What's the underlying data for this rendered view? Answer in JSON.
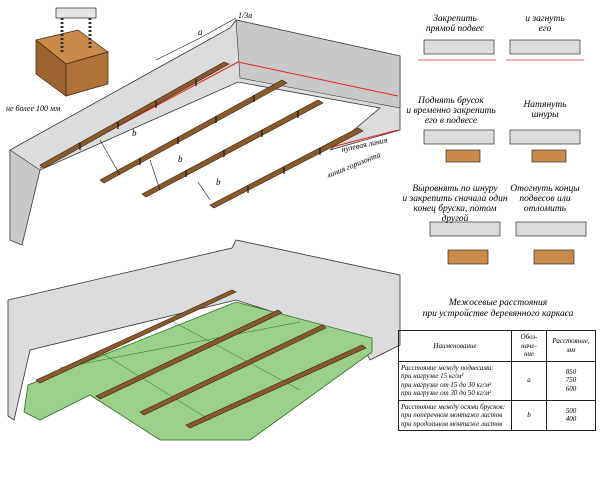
{
  "top_diagram": {
    "label_a": "a",
    "label_a_frac": "1/3a",
    "label_b": "b",
    "label_max": "не более 100 мм",
    "label_line1": "нулевая линия",
    "label_line2": "линия горизонта"
  },
  "steps": [
    {
      "caption": "Закрепить\nпрямой подвес"
    },
    {
      "caption": "и загнуть\nего"
    },
    {
      "caption": "Поднять брусок\nи временно закрепить\nего в подвесе"
    },
    {
      "caption": "Натянуть\nшнуры"
    },
    {
      "caption": "Выровнять по шнуру\nи закрепить сначала один\nконец бруска, потом другой"
    },
    {
      "caption": "Отогнуть концы\nподвесов или\nотломить"
    }
  ],
  "table": {
    "title": "Межосевые расстояния\nпри устройстве деревянного каркаса",
    "headers": [
      "Наименование",
      "Обоз-\nначе-\nние",
      "Расстояние,\nмм"
    ],
    "rows": [
      {
        "name": "Расстояние между подвесами:\nпри нагрузке 15 кг/м²\nпри нагрузке от 15 до 30 кг/м²\nпри нагрузке от 30 до 50 кг/м²",
        "symbol": "a",
        "values": "850\n750\n600"
      },
      {
        "name": "Расстояние между осями брусков:\nпри поперечном монтаже листов\nпри продольном монтаже листов",
        "symbol": "b",
        "values": "500\n400"
      }
    ]
  },
  "colors": {
    "wall": "#dcdcdc",
    "wood": "#8a5a2b",
    "red_line": "#e8201e",
    "green_board": "#9ad08a"
  }
}
